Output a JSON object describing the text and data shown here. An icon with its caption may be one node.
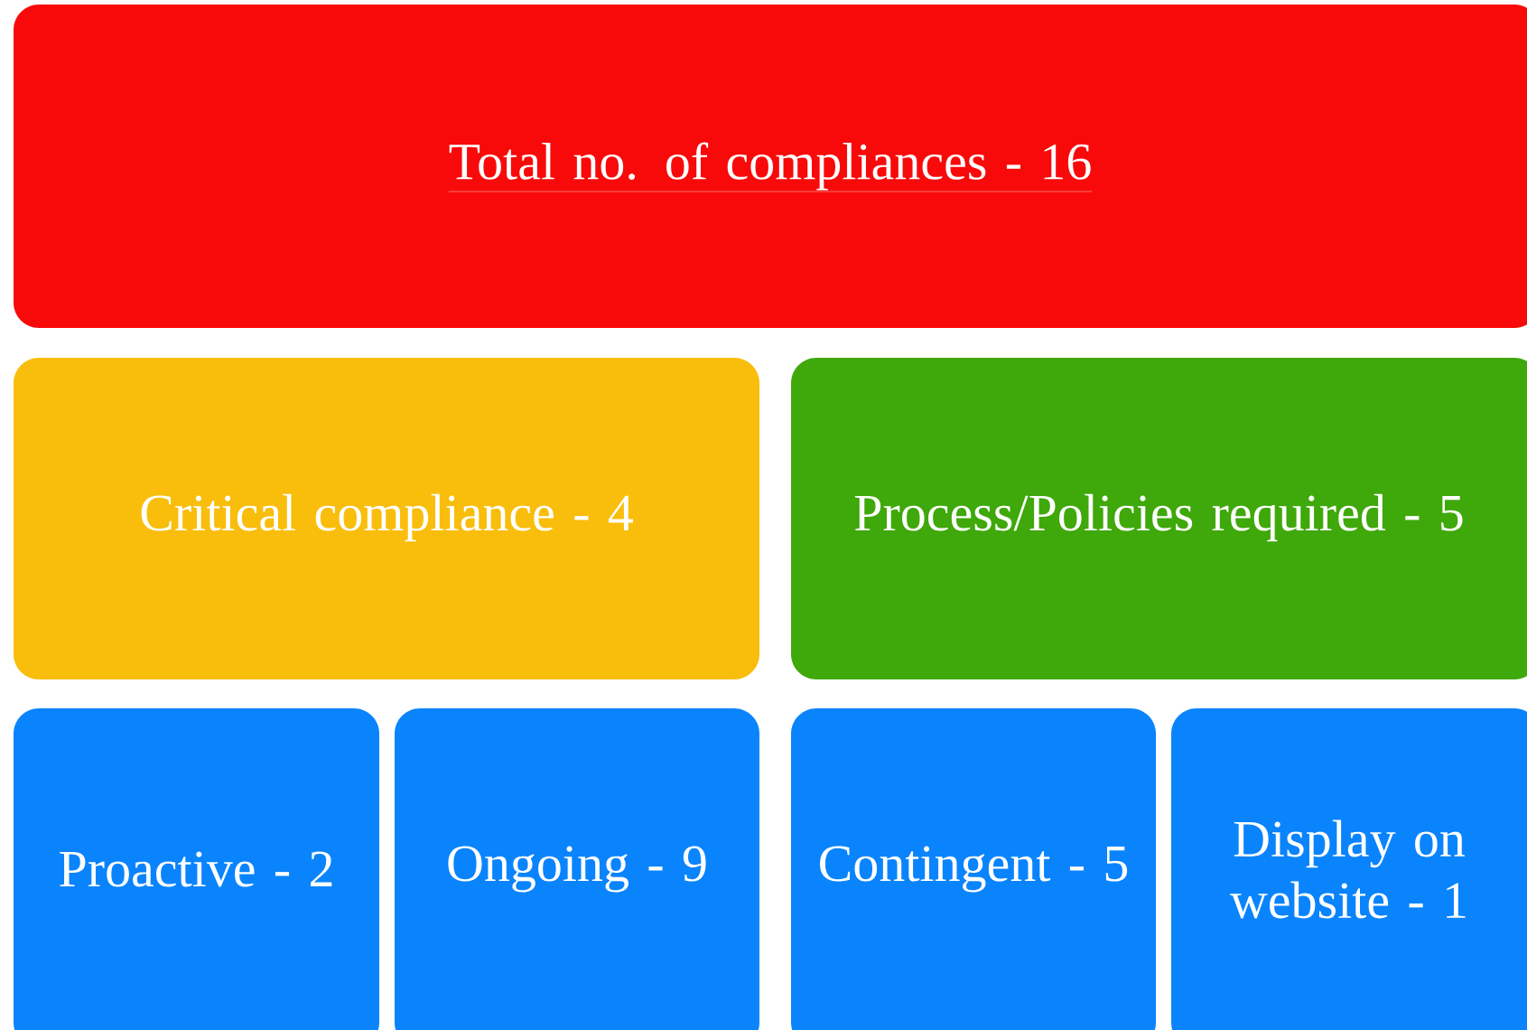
{
  "diagram": {
    "nodes": [
      {
        "text": [
          "Total no. of compliances - 16"
        ]
      },
      {
        "text": [
          "Critical compliance - 4"
        ]
      },
      {
        "text": [
          "Process/Policies required - 5"
        ]
      },
      {
        "text": [
          "Proactive - 2"
        ]
      },
      {
        "text": [
          "Ongoing - 9"
        ]
      },
      {
        "text": [
          "Contingent - 5"
        ]
      },
      {
        "text": [
          "Display on website - 1"
        ]
      }
    ]
  }
}
